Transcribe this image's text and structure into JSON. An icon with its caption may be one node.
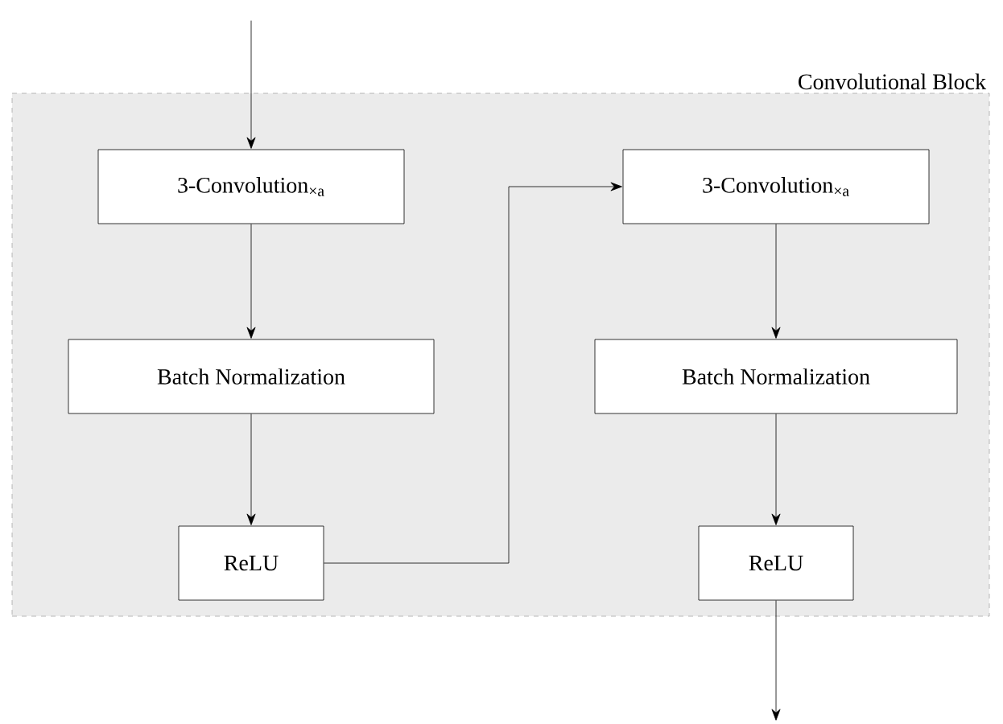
{
  "diagram": {
    "nodes": [
      {
        "text": [
          "Convolutional Block"
        ]
      },
      {
        "text": [
          "3-Convolution$_{×a}$"
        ],
        "in": 0
      },
      {
        "text": [
          "Batch Normalization"
        ],
        "in": 0
      },
      {
        "text": [
          "ReLU"
        ],
        "in": 0
      },
      {
        "text": [
          "3-Convolution$_{×a}$"
        ],
        "in": 0
      },
      {
        "text": [
          "Batch Normalization"
        ],
        "in": 0
      },
      {
        "text": [
          "ReLU"
        ],
        "in": 0
      }
    ],
    "edges": [
      {
        "from": null,
        "to": 1,
        "arrow": "to"
      },
      {
        "from": 1,
        "to": 2,
        "arrow": "to"
      },
      {
        "from": 2,
        "to": 3,
        "arrow": "to"
      },
      {
        "from": 3,
        "to": 4,
        "arrow": "to"
      },
      {
        "from": 4,
        "to": 5,
        "arrow": "to"
      },
      {
        "from": 5,
        "to": 6,
        "arrow": "to"
      },
      {
        "from": 6,
        "to": null,
        "arrow": "to"
      }
    ]
  }
}
